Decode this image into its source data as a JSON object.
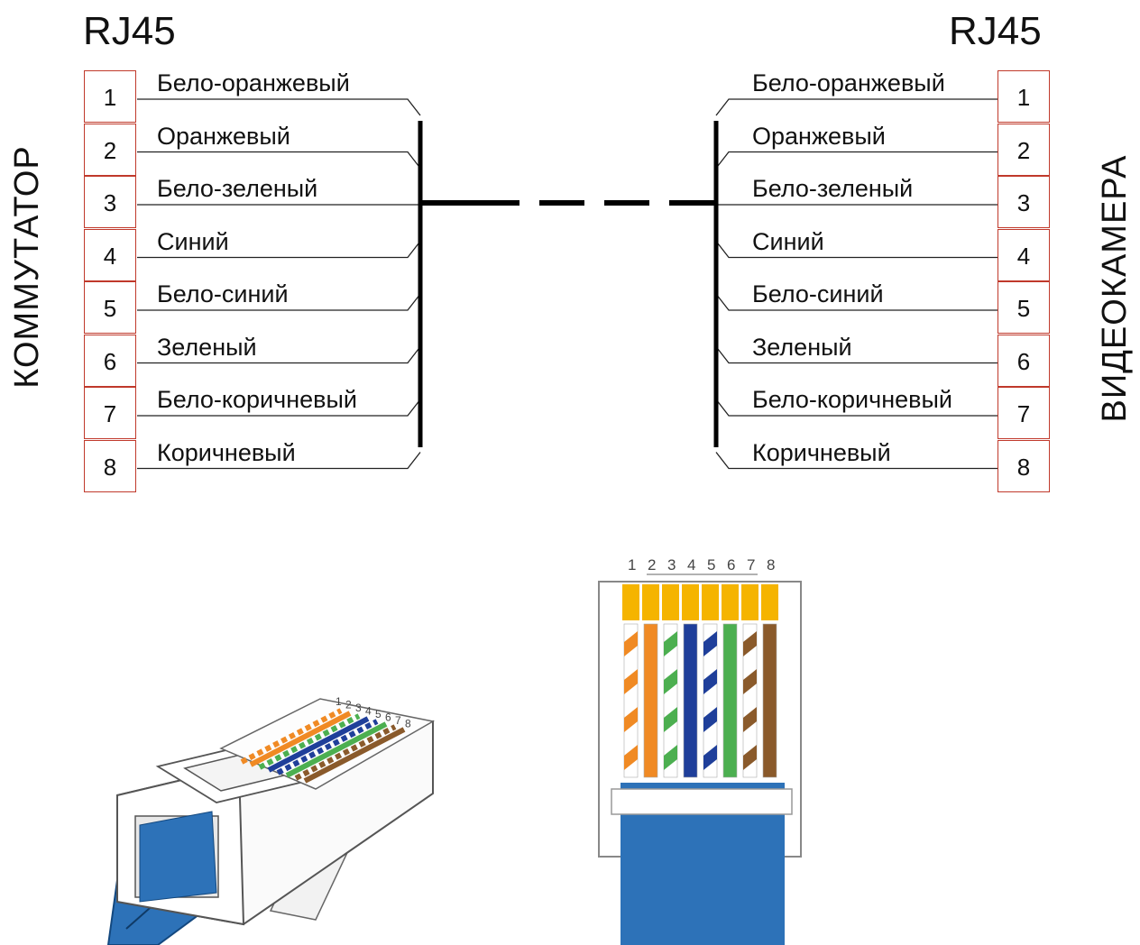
{
  "left": {
    "header": "RJ45",
    "device_label": "КОММУТАТОР"
  },
  "right": {
    "header": "RJ45",
    "device_label": "ВИДЕОКАМЕРА"
  },
  "pins": [
    {
      "number": "1",
      "wire": "Бело-оранжевый"
    },
    {
      "number": "2",
      "wire": "Оранжевый"
    },
    {
      "number": "3",
      "wire": "Бело-зеленый"
    },
    {
      "number": "4",
      "wire": "Синий"
    },
    {
      "number": "5",
      "wire": "Бело-синий"
    },
    {
      "number": "6",
      "wire": "Зеленый"
    },
    {
      "number": "7",
      "wire": "Бело-коричневый"
    },
    {
      "number": "8",
      "wire": "Коричневый"
    }
  ],
  "connector_top_numbers": [
    "1",
    "2",
    "3",
    "4",
    "5",
    "6",
    "7",
    "8"
  ],
  "connector_side_numbers": [
    "1",
    "2",
    "3",
    "4",
    "5",
    "6",
    "7",
    "8"
  ],
  "colors": {
    "pin_border": "#c0392b",
    "cable_blue": "#2d72b8",
    "orange": "#f08a24",
    "green": "#4caf50",
    "blue": "#1f3f9a",
    "brown": "#8a5a2b",
    "contact_gold": "#f5b400"
  }
}
